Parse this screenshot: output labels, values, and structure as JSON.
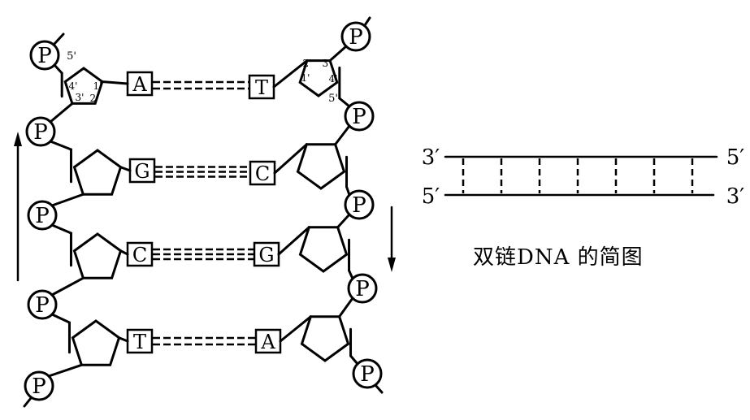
{
  "diagram": {
    "phosphate_label": "P",
    "left_strand_bases": [
      "A",
      "G",
      "C",
      "T"
    ],
    "right_strand_bases": [
      "T",
      "C",
      "G",
      "A"
    ],
    "left_sugar_carbon_labels": {
      "c1": "1'",
      "c2": "2'",
      "c3": "3'",
      "c4": "4'",
      "c5": "5'"
    },
    "right_sugar_carbon_labels": {
      "c1": "1'",
      "c2": "2'",
      "c3": "3'",
      "c4": "4'",
      "c5": "5'"
    },
    "left_strand_direction": "up",
    "right_strand_direction": "down"
  },
  "simplified": {
    "top_left_end": "3′",
    "top_right_end": "5′",
    "bottom_left_end": "5′",
    "bottom_right_end": "3′",
    "rung_count": 7,
    "caption": "双链DNA 的简图"
  }
}
